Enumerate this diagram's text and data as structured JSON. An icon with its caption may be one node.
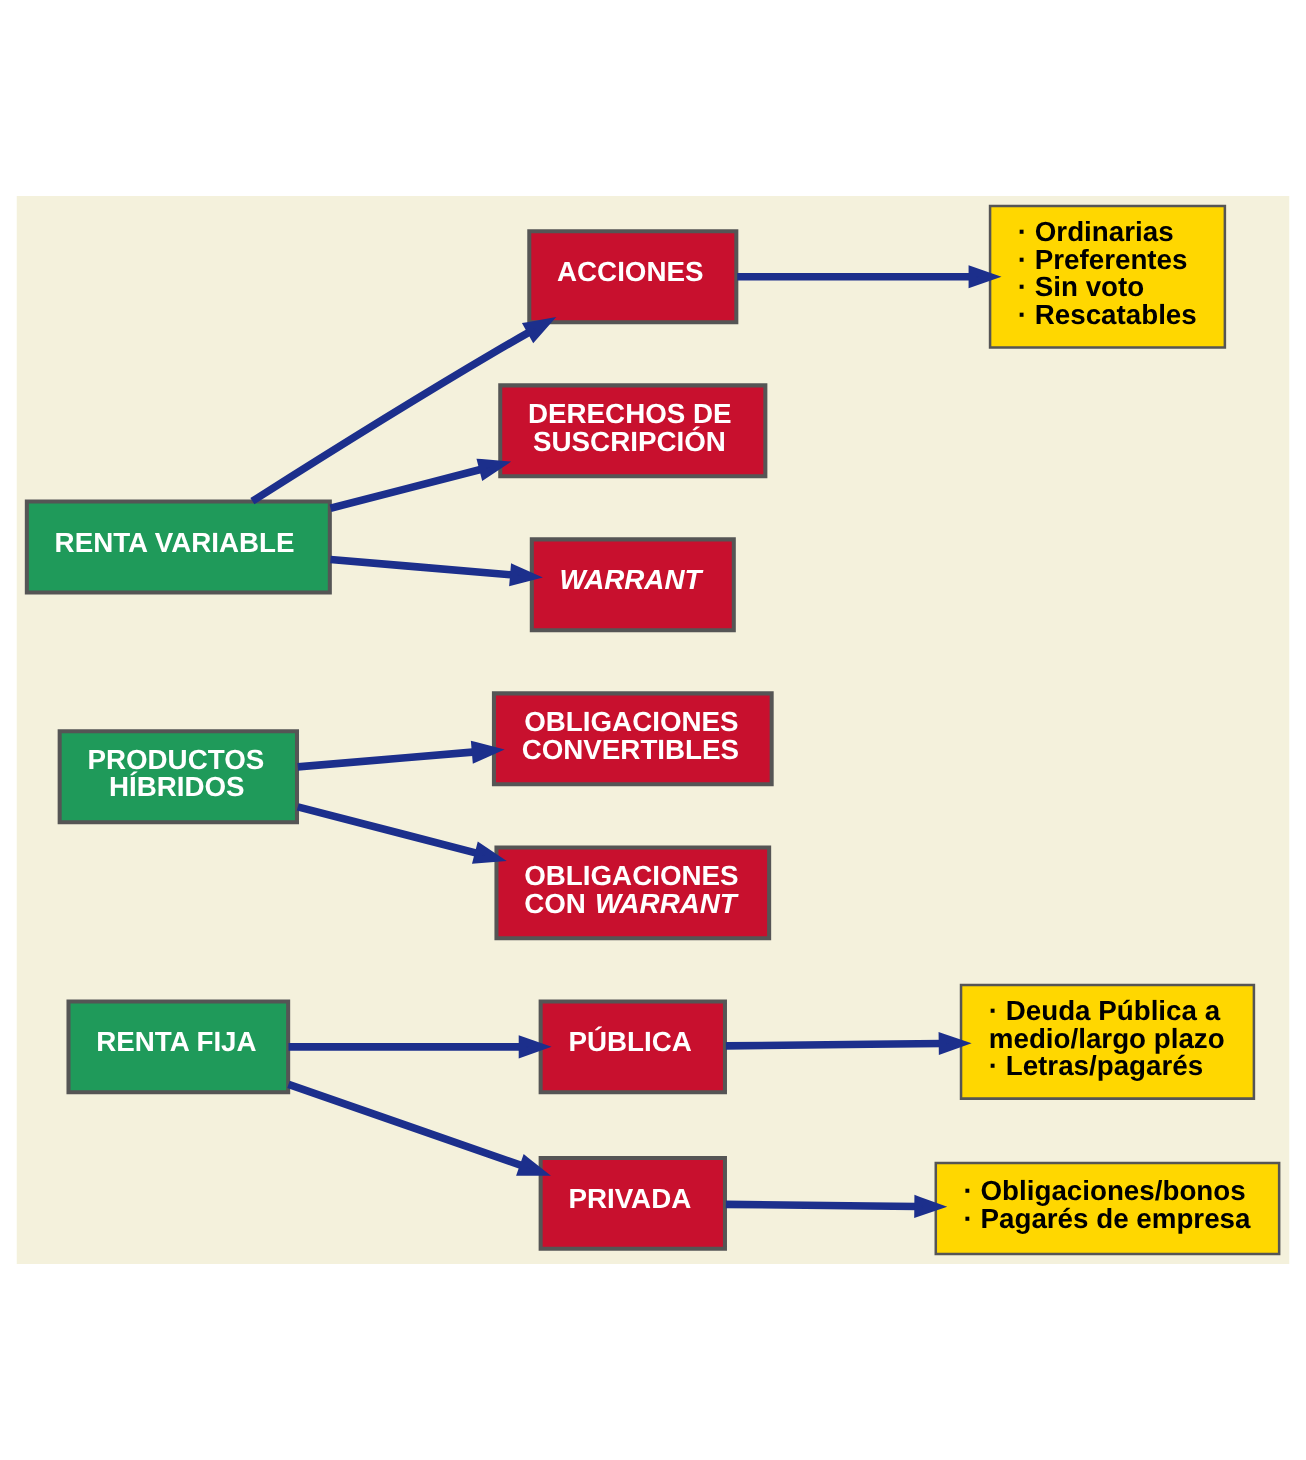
{
  "diagram": {
    "nodes": [
      {
        "text": [
          "RENTA VARIABLE"
        ]
      },
      {
        "text": [
          "ACCIONES"
        ]
      },
      {
        "text": [
          "· Ordinarias",
          "· Preferentes",
          "· Sin voto",
          "· Rescatables"
        ]
      },
      {
        "text": [
          "DERECHOS DE SUSCRIPCIÓN"
        ]
      },
      {
        "text": [
          "*WARRANT*"
        ]
      },
      {
        "text": [
          "PRODUCTOS HÍBRIDOS"
        ]
      },
      {
        "text": [
          "OBLIGACIONES CONVERTIBLES"
        ]
      },
      {
        "text": [
          "OBLIGACIONES CON *WARRANT*"
        ]
      },
      {
        "text": [
          "RENTA FIJA"
        ]
      },
      {
        "text": [
          "PÚBLICA"
        ]
      },
      {
        "text": [
          "· Deuda Pública a medio/largo plazo",
          "· Letras/pagarés"
        ]
      },
      {
        "text": [
          "PRIVADA"
        ]
      },
      {
        "text": [
          "· Obligaciones/bonos",
          "· Pagarés de empresa"
        ]
      }
    ],
    "edges": [
      {
        "from": 0,
        "to": 1,
        "arrow": "to"
      },
      {
        "from": 0,
        "to": 3,
        "arrow": "to"
      },
      {
        "from": 0,
        "to": 4,
        "arrow": "to"
      },
      {
        "from": 1,
        "to": 2,
        "arrow": "to"
      },
      {
        "from": 5,
        "to": 6,
        "arrow": "to"
      },
      {
        "from": 5,
        "to": 7,
        "arrow": "to"
      },
      {
        "from": 8,
        "to": 9,
        "arrow": "to"
      },
      {
        "from": 8,
        "to": 11,
        "arrow": "to"
      },
      {
        "from": 9,
        "to": 10,
        "arrow": "to"
      },
      {
        "from": 11,
        "to": 12,
        "arrow": "to"
      }
    ]
  }
}
